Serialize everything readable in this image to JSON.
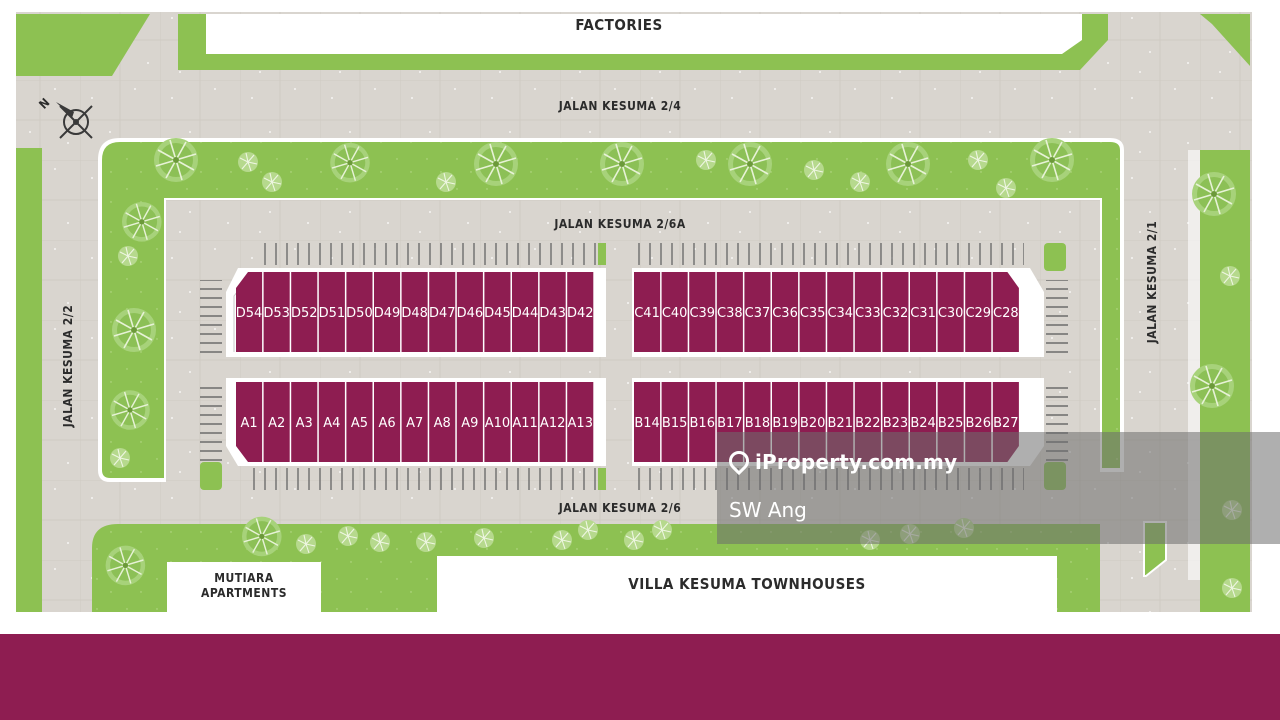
{
  "labels": {
    "factories": "FACTORIES",
    "road_top": "JALAN KESUMA 2/4",
    "road_inner": "JALAN KESUMA 2/6A",
    "road_bottom": "JALAN KESUMA 2/6",
    "road_left": "JALAN KESUMA 2/2",
    "road_right": "JALAN KESUMA 2/1",
    "mutiara_line1": "MUTIARA",
    "mutiara_line2": "APARTMENTS",
    "villa": "VILLA KESUMA TOWNHOUSES",
    "north": "N"
  },
  "lots": {
    "d_row": [
      "D54",
      "D53",
      "D52",
      "D51",
      "D50",
      "D49",
      "D48",
      "D47",
      "D46",
      "D45",
      "D44",
      "D43",
      "D42"
    ],
    "c_row": [
      "C41",
      "C40",
      "C39",
      "C38",
      "C37",
      "C36",
      "C35",
      "C34",
      "C33",
      "C32",
      "C31",
      "C30",
      "C29",
      "C28"
    ],
    "a_row": [
      "A1",
      "A2",
      "A3",
      "A4",
      "A5",
      "A6",
      "A7",
      "A8",
      "A9",
      "A10",
      "A11",
      "A12",
      "A13"
    ],
    "b_row": [
      "B14",
      "B15",
      "B16",
      "B17",
      "B18",
      "B19",
      "B20",
      "B21",
      "B22",
      "B23",
      "B24",
      "B25",
      "B26",
      "B27"
    ]
  },
  "watermark": {
    "brand": "iProperty.com.my",
    "agent": "SW Ang"
  },
  "colors": {
    "lot": "#8e1d51",
    "grass": "#8dc152",
    "road": "#d8d4ce",
    "footer": "#8e1d51"
  }
}
